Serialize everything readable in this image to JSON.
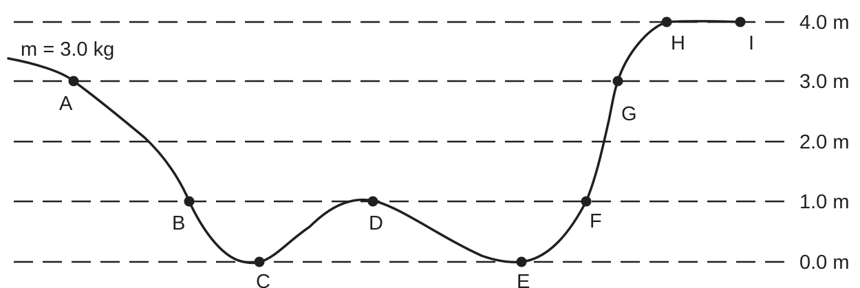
{
  "mass_label": "m = 3.0 kg",
  "levels": [
    {
      "value": 4.0,
      "label": "4.0 m"
    },
    {
      "value": 3.0,
      "label": "3.0 m"
    },
    {
      "value": 2.0,
      "label": "2.0 m"
    },
    {
      "value": 1.0,
      "label": "1.0 m"
    },
    {
      "value": 0.0,
      "label": "0.0 m"
    }
  ],
  "points": [
    {
      "label": "A",
      "height": 3.0
    },
    {
      "label": "B",
      "height": 1.0
    },
    {
      "label": "C",
      "height": 0.0
    },
    {
      "label": "D",
      "height": 1.0
    },
    {
      "label": "E",
      "height": 0.0
    },
    {
      "label": "F",
      "height": 1.0
    },
    {
      "label": "G",
      "height": 3.0
    },
    {
      "label": "H",
      "height": 4.0
    },
    {
      "label": "I",
      "height": 4.0
    }
  ]
}
